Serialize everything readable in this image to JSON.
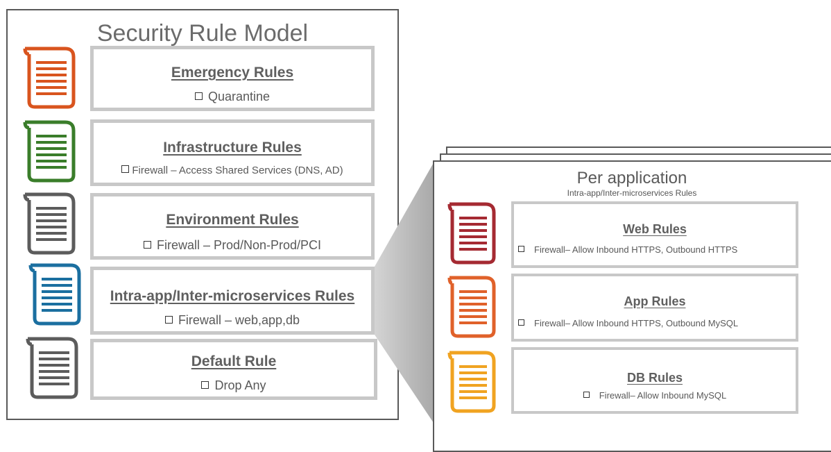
{
  "model": {
    "title": "Security Rule Model",
    "rules": [
      {
        "title": "Emergency Rules",
        "item": "Quarantine",
        "icon": "scroll-icon",
        "color": "#d9541e"
      },
      {
        "title": "Infrastructure Rules",
        "item": "Firewall – Access Shared Services (DNS, AD)",
        "icon": "scroll-icon",
        "color": "#3a7d2a"
      },
      {
        "title": "Environment Rules",
        "item": "Firewall – Prod/Non-Prod/PCI",
        "icon": "scroll-icon",
        "color": "#5c5c5c"
      },
      {
        "title": "Intra-app/Inter-microservices  Rules",
        "item": "Firewall – web,app,db",
        "icon": "scroll-icon",
        "color": "#1b6fa0"
      },
      {
        "title": "Default Rule",
        "item": "Drop Any",
        "icon": "scroll-icon",
        "color": "#5c5c5c"
      }
    ]
  },
  "application": {
    "title": "Per application",
    "subtitle": "Intra-app/Inter-microservices  Rules",
    "rules": [
      {
        "title": "Web Rules",
        "item": "Firewall– Allow Inbound HTTPS, Outbound HTTPS",
        "icon": "scroll-icon",
        "color": "#a52a32"
      },
      {
        "title": "App Rules",
        "item": "Firewall– Allow Inbound HTTPS, Outbound MySQL",
        "icon": "scroll-icon",
        "color": "#e0612a"
      },
      {
        "title": "DB Rules",
        "item": "Firewall– Allow Inbound MySQL",
        "icon": "scroll-icon",
        "color": "#f0a321"
      }
    ]
  }
}
